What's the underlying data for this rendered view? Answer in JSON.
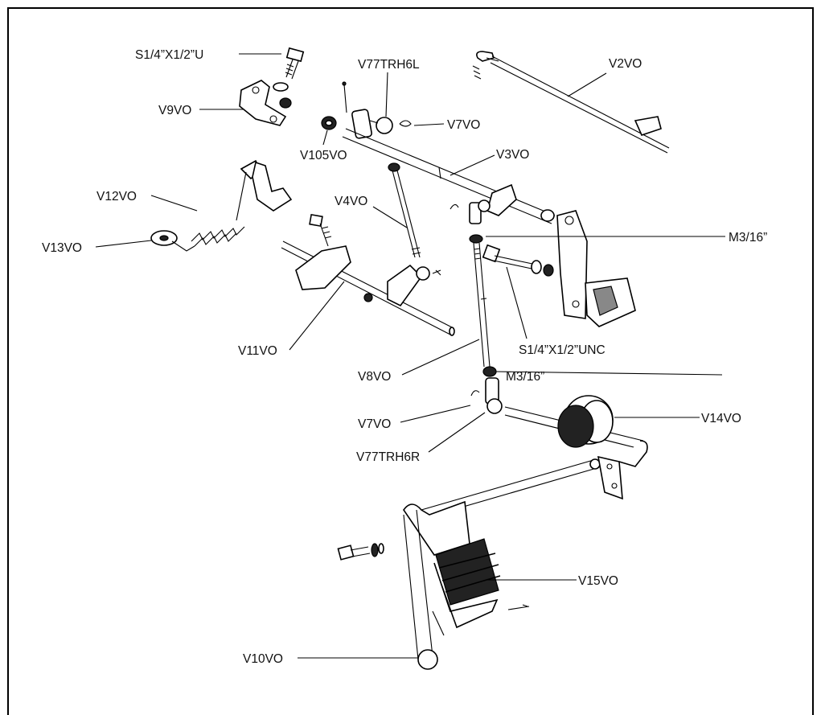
{
  "labels": {
    "screw_top": "S1/4”X1/2”U",
    "v77trh6l": "V77TRH6L",
    "v2vo": "V2VO",
    "v9vo": "V9VO",
    "v7vo_top": "V7VO",
    "v105vo": "V105VO",
    "v3vo": "V3VO",
    "v12vo": "V12VO",
    "v4vo": "V4VO",
    "m316_top": "M3/16”",
    "v13vo": "V13VO",
    "screw_unc": "S1/4”X1/2”UNC",
    "v11vo": "V11VO",
    "v8vo": "V8VO",
    "m316_bottom": "M3/16”",
    "v7vo_bottom": "V7VO",
    "v14vo": "V14VO",
    "v77trh6r": "V77TRH6R",
    "v15vo": "V15VO",
    "v10vo": "V10VO"
  }
}
